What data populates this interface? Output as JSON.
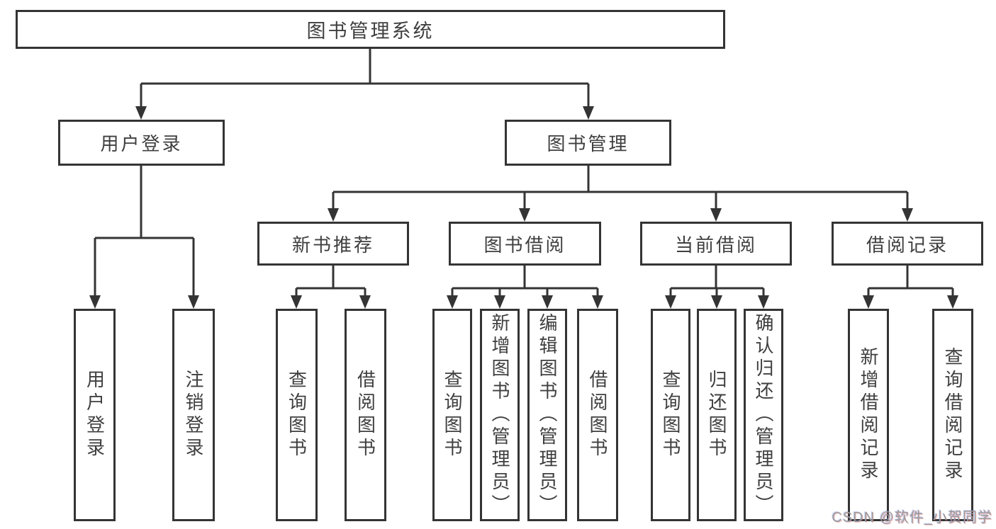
{
  "diagram": {
    "type": "hierarchy-tree",
    "tree": {
      "root": {
        "label": "图书管理系统"
      },
      "branches": [
        {
          "label": "用户登录",
          "children": [
            {
              "label": "用户登录"
            },
            {
              "label": "注销登录"
            }
          ]
        },
        {
          "label": "图书管理",
          "children": [
            {
              "label": "新书推荐",
              "children": [
                {
                  "label": "查询图书"
                },
                {
                  "label": "借阅图书"
                }
              ]
            },
            {
              "label": "图书借阅",
              "children": [
                {
                  "label": "查询图书"
                },
                {
                  "label": "新增图书（管理员）"
                },
                {
                  "label": "编辑图书（管理员）"
                },
                {
                  "label": "借阅图书"
                }
              ]
            },
            {
              "label": "当前借阅",
              "children": [
                {
                  "label": "查询图书"
                },
                {
                  "label": "归还图书"
                },
                {
                  "label": "确认归还（管理员）"
                }
              ]
            },
            {
              "label": "借阅记录",
              "children": [
                {
                  "label": "新增借阅记录"
                },
                {
                  "label": "查询借阅记录"
                }
              ]
            }
          ]
        }
      ]
    },
    "colors": {
      "line": "#343434",
      "text": "#3f3f3f",
      "background": "#ffffff",
      "watermark": "#9b9b9b"
    }
  },
  "watermark": {
    "text": "CSDN @软件_小贺同学"
  }
}
